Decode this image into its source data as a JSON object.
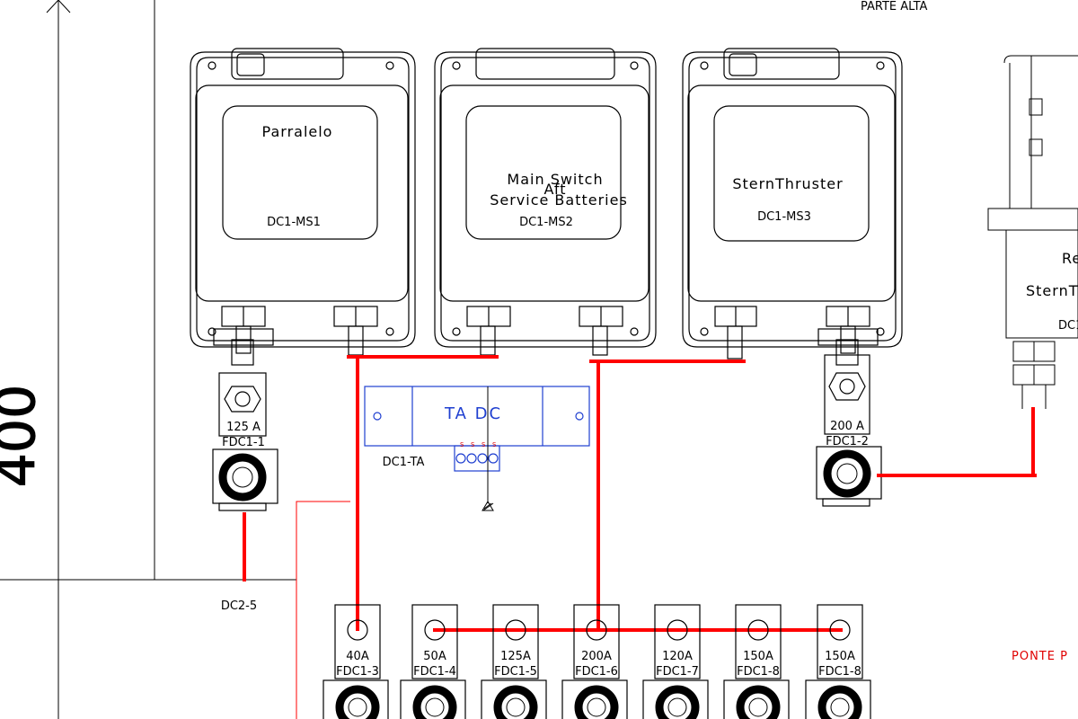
{
  "header": {
    "parte_alta": "PARTE ALTA",
    "ponte": "PONTE P",
    "dim_400": "400"
  },
  "switches": [
    {
      "name": "Parralelo",
      "name2": "",
      "name3": "",
      "code": "DC1-MS1"
    },
    {
      "name": "Main Switch",
      "name2": "Aft",
      "name3": "Service Batteries",
      "code": "DC1-MS2"
    },
    {
      "name": "SternThruster",
      "name2": "",
      "name3": "",
      "code": "DC1-MS3"
    }
  ],
  "shunt": {
    "label": "TA DC",
    "code": "DC1-TA"
  },
  "fuses_top": [
    {
      "rating": "125 A",
      "code": "FDC1-1"
    },
    {
      "rating": "200 A",
      "code": "FDC1-2"
    }
  ],
  "fuses_bottom": [
    {
      "rating": "40A",
      "code": "FDC1-3"
    },
    {
      "rating": "50A",
      "code": "FDC1-4"
    },
    {
      "rating": "125A",
      "code": "FDC1-5"
    },
    {
      "rating": "200A",
      "code": "FDC1-6"
    },
    {
      "rating": "120A",
      "code": "FDC1-7"
    },
    {
      "rating": "150A",
      "code": "FDC1-8"
    },
    {
      "rating": "150A",
      "code": "FDC1-8"
    }
  ],
  "cable_label": "DC2-5",
  "right_panel": {
    "line1": "Re",
    "line2": "SternT",
    "line3": "DC1"
  },
  "colors": {
    "cable": "#ff0000",
    "ink": "#000000",
    "shunt": "#1f3fd0",
    "ponte": "#e00000"
  }
}
